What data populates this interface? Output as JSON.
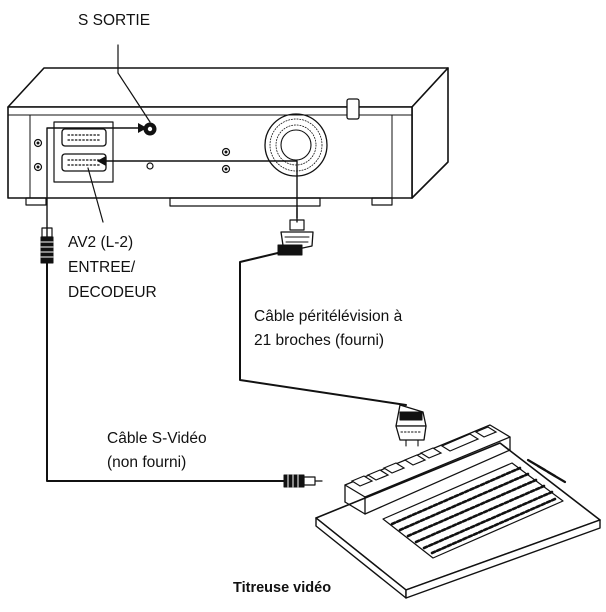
{
  "labels": {
    "s_sortie": "S SORTIE",
    "av2_line1": "AV2 (L-2)",
    "av2_line2": "ENTREE/",
    "av2_line3": "DECODEUR",
    "scart_line1": "Câble péritélévision à",
    "scart_line2": "21 broches (fourni)",
    "svideo_line1": "Câble S-Vidéo",
    "svideo_line2": "(non fourni)",
    "titler": "Titreuse vidéo"
  }
}
